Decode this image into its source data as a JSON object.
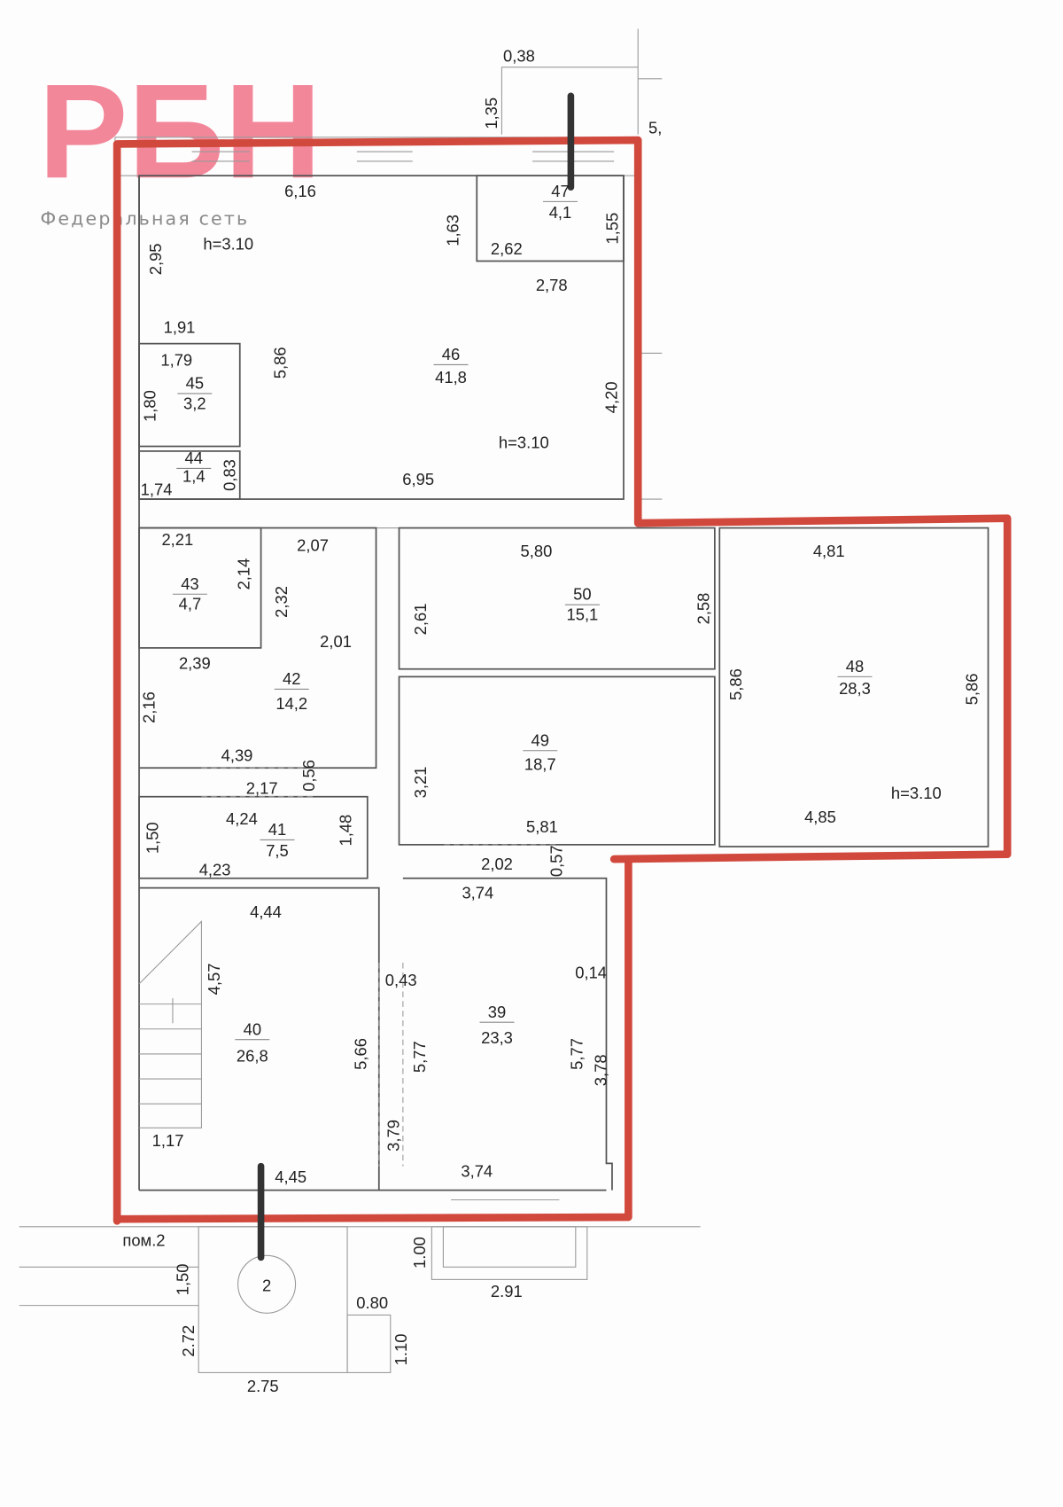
{
  "logo": {
    "text": "РБН",
    "subtitle": "Федеральная сеть",
    "color": "#f0607a"
  },
  "outline_color": "#d1493d",
  "rooms": [
    {
      "number": "47",
      "area": "4,1"
    },
    {
      "number": "46",
      "area": "41,8"
    },
    {
      "number": "45",
      "area": "3,2"
    },
    {
      "number": "44",
      "area": "1,4"
    },
    {
      "number": "43",
      "area": "4,7"
    },
    {
      "number": "42",
      "area": "14,2"
    },
    {
      "number": "50",
      "area": "15,1"
    },
    {
      "number": "48",
      "area": "28,3"
    },
    {
      "number": "49",
      "area": "18,7"
    },
    {
      "number": "41",
      "area": "7,5"
    },
    {
      "number": "40",
      "area": "26,8"
    },
    {
      "number": "39",
      "area": "23,3"
    }
  ],
  "labels_h": [
    "0,38",
    "6,16",
    "h=3.10",
    "2,62",
    "2,78",
    "1,91",
    "1,79",
    "h=3.10",
    "6,95",
    "1,74",
    "2,21",
    "2,07",
    "5,80",
    "4,81",
    "2,01",
    "2,39",
    "4,39",
    "2,17",
    "4,24",
    "5,81",
    "4,85",
    "h=3.10",
    "4,23",
    "2,02",
    "3,74",
    "4,44",
    "0,43",
    "0,14",
    "1,17",
    "4,45",
    "3,74",
    "пом.2",
    "2.91",
    "0.80",
    "2.75",
    "5,"
  ],
  "labels_v": [
    "1,35",
    "1,63",
    "1,55",
    "2,95",
    "5,86",
    "4,20",
    "1,80",
    "0,83",
    "2,14",
    "2,32",
    "2,61",
    "2,58",
    "5,86",
    "5,86",
    "2,16",
    "0,56",
    "3,21",
    "1,50",
    "1,48",
    "0,57",
    "4,57",
    "5,66",
    "5,77",
    "5,77",
    "3,78",
    "3,79",
    "1.00",
    "1,50",
    "2.72",
    "1.10"
  ],
  "entrance_marker": "2"
}
